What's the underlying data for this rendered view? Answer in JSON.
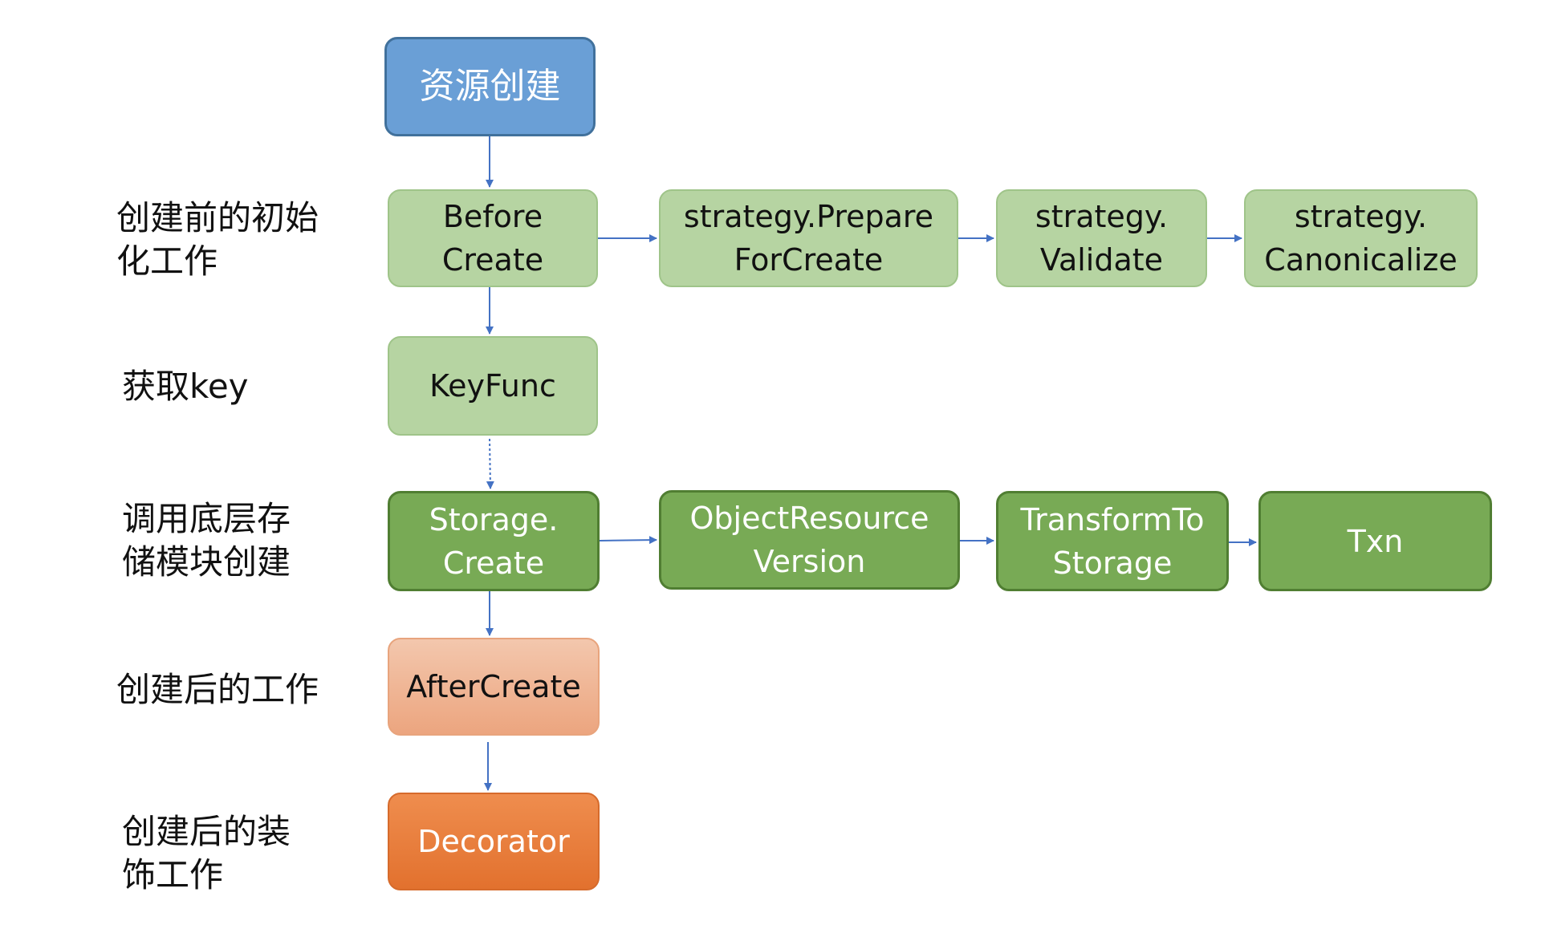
{
  "stages": [
    {
      "label": "创建前的初始\n化工作"
    },
    {
      "label": "获取key"
    },
    {
      "label": "调用底层存\n储模块创建"
    },
    {
      "label": "创建后的工作"
    },
    {
      "label": "创建后的装\n饰工作"
    }
  ],
  "nodes": {
    "start": "资源创建",
    "before_create": "Before\nCreate",
    "prepare_for_create": "strategy.Prepare\nForCreate",
    "validate": "strategy.\nValidate",
    "canonicalize": "strategy.\nCanonicalize",
    "key_func": "KeyFunc",
    "storage_create": "Storage.\nCreate",
    "object_resource_version": "ObjectResource\nVersion",
    "transform_to_storage": "TransformTo\nStorage",
    "txn": "Txn",
    "after_create": "AfterCreate",
    "decorator": "Decorator"
  },
  "colors": {
    "arrow": "#4472c4",
    "start_fill": "#6a9fd6",
    "light_green_fill": "#b6d4a2",
    "dark_green_fill": "#78aa55",
    "peach_fill": "#eeb08d",
    "orange_fill": "#e77c3c"
  }
}
